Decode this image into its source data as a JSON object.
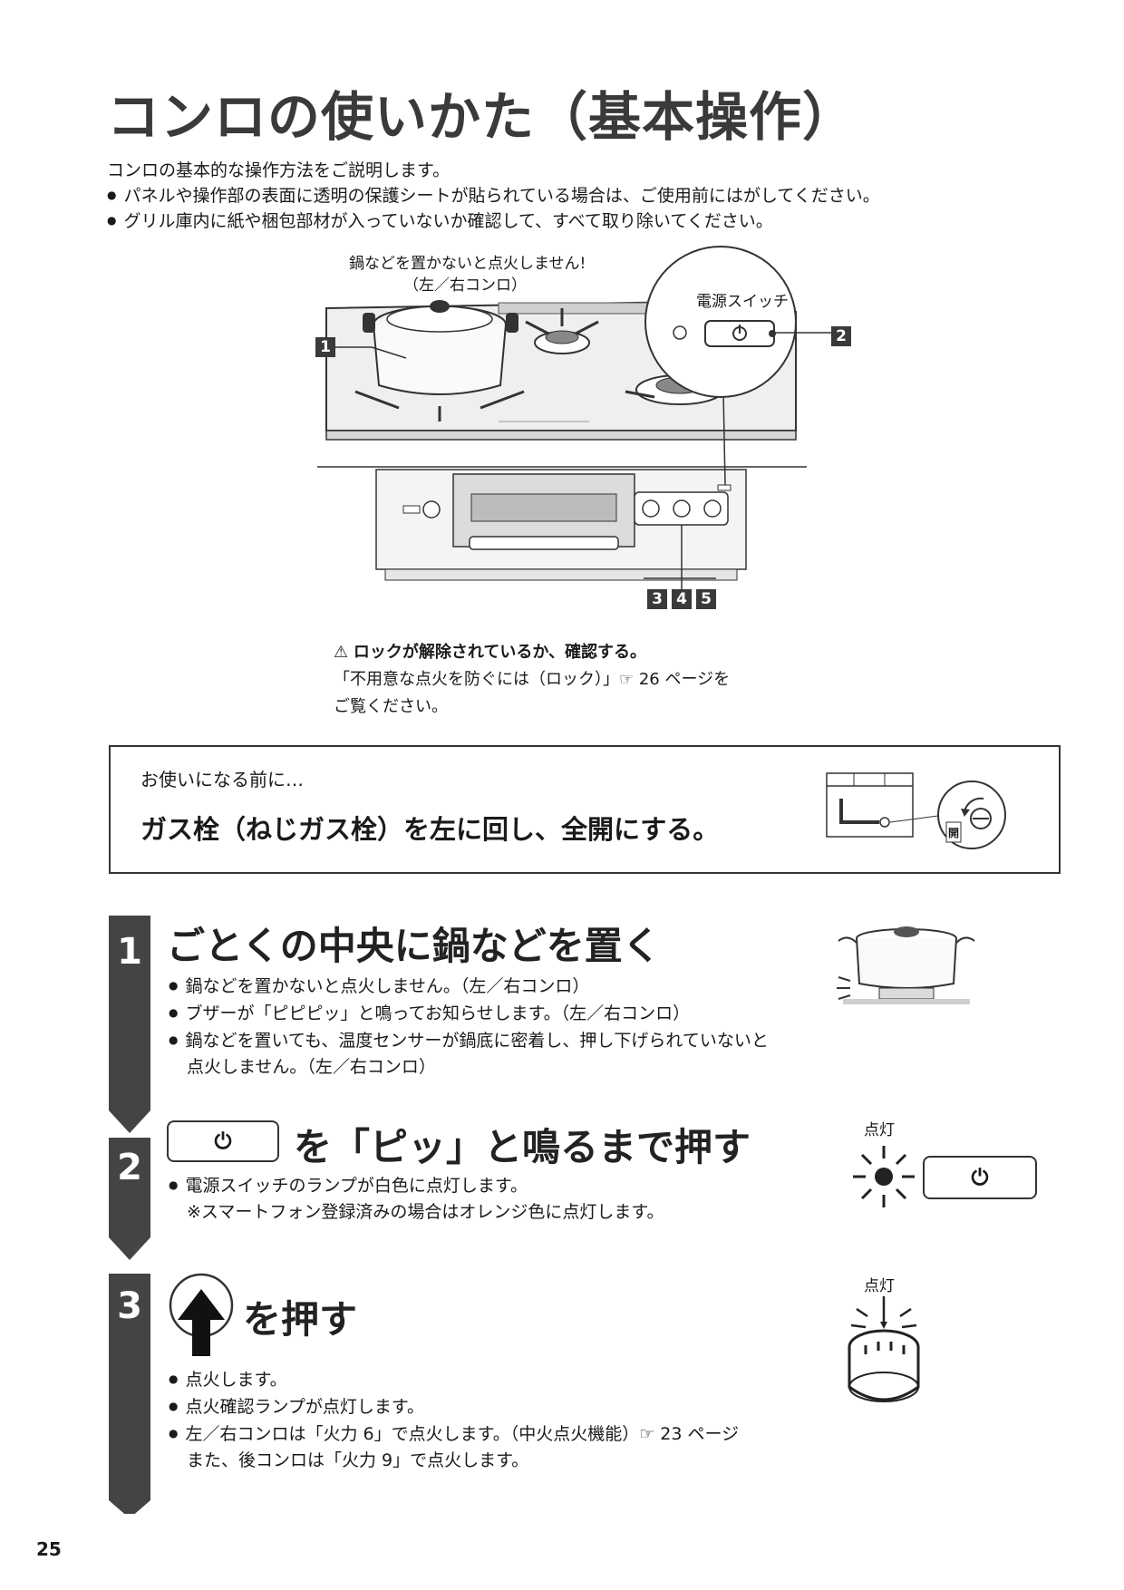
{
  "title": "コンロの使いかた（基本操作）",
  "intro": {
    "lead": "コンロの基本的な操作方法をご説明します。",
    "bullets": [
      "パネルや操作部の表面に透明の保護シートが貼られている場合は、ご使用前にはがしてください。",
      "グリル庫内に紙や梱包部材が入っていないか確認して、すべて取り除いてください。"
    ]
  },
  "figure": {
    "pot_note_1": "鍋などを置かないと点火しません!",
    "pot_note_2": "（左／右コンロ）",
    "power_switch_label": "電源スイッチ",
    "callouts": [
      "1",
      "2",
      "3",
      "4",
      "5"
    ]
  },
  "caution": {
    "head": "ロックが解除されているか、確認する。",
    "line1": "「不用意な点火を防ぐには（ロック）」☞ 26 ページを",
    "line2": "ご覧ください。"
  },
  "before_use": {
    "label": "お使いになる前に…",
    "message": "ガス栓（ねじガス栓）を左に回し、全開にする。",
    "valve_mark": "開"
  },
  "steps": [
    {
      "number": "1",
      "title": "ごとくの中央に鍋などを置く",
      "bullets": [
        "鍋などを置かないと点火しません。（左／右コンロ）",
        "ブザーが「ピピピッ」と鳴ってお知らせします。（左／右コンロ）",
        "鍋などを置いても、温度センサーが鍋底に密着し、押し下げられていないと"
      ],
      "continuation": "点火しません。（左／右コンロ）"
    },
    {
      "number": "2",
      "title": "を「ピッ」と鳴るまで押す",
      "bullets": [
        "電源スイッチのランプが白色に点灯します。"
      ],
      "note": "※スマートフォン登録済みの場合はオレンジ色に点灯します。",
      "lamp_label": "点灯"
    },
    {
      "number": "3",
      "title": "を押す",
      "bullets": [
        "点火します。",
        "点火確認ランプが点灯します。",
        "左／右コンロは「火力 6」で点火します。（中火点火機能）☞ 23 ページ"
      ],
      "continuation": "また、後コンロは「火力 9」で点火します。",
      "lamp_label": "点灯"
    }
  ],
  "page_number": "25"
}
